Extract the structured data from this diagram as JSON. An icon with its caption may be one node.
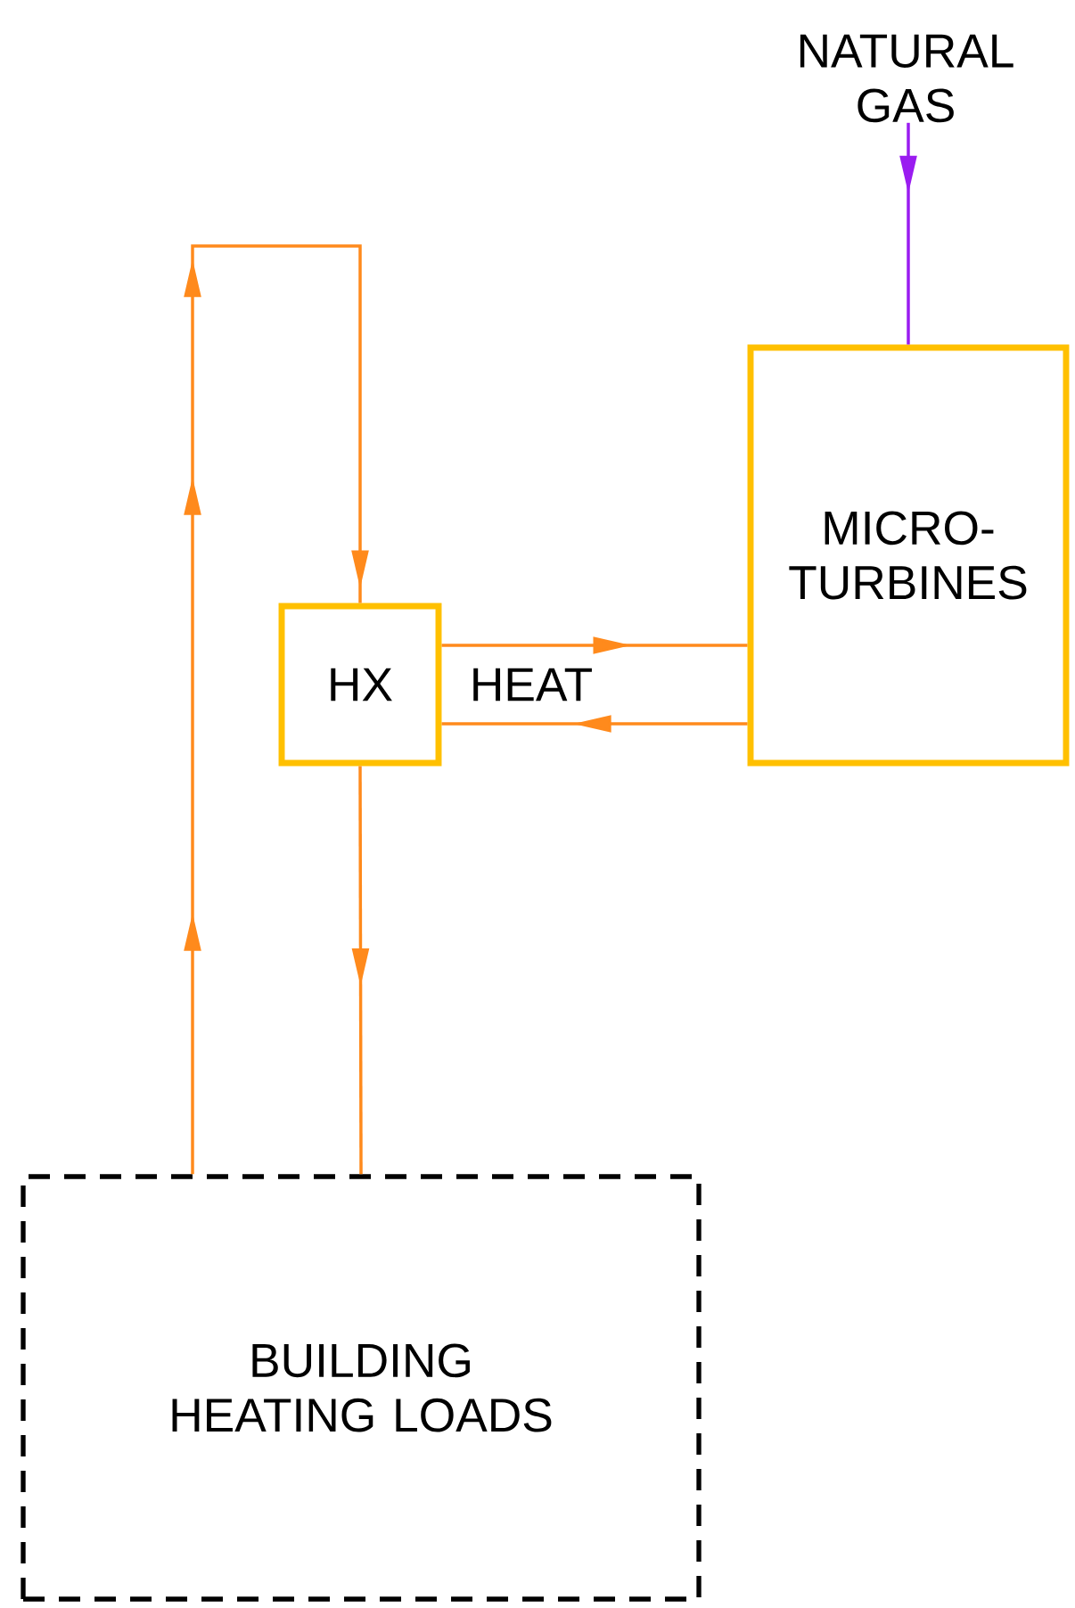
{
  "diagram": {
    "nodes": [
      {
        "text": [
          "NATURAL GAS"
        ]
      },
      {
        "text": [
          "MICRO- TURBINES"
        ]
      },
      {
        "text": [
          "HX"
        ]
      },
      {
        "text": [
          "BUILDING HEATING LOADS"
        ]
      }
    ],
    "edges": [
      {
        "from": 0,
        "to": 1,
        "arrow": "to",
        "color": "#9a1cf0"
      },
      {
        "from": 2,
        "to": 1,
        "arrow": "to"
      },
      {
        "from": 1,
        "to": 2,
        "arrow": "to"
      },
      {
        "from": 2,
        "to": 3,
        "arrow": "to"
      },
      {
        "from": 3,
        "to": 2,
        "arrow": "to"
      }
    ],
    "labels": [
      "HEAT"
    ]
  }
}
